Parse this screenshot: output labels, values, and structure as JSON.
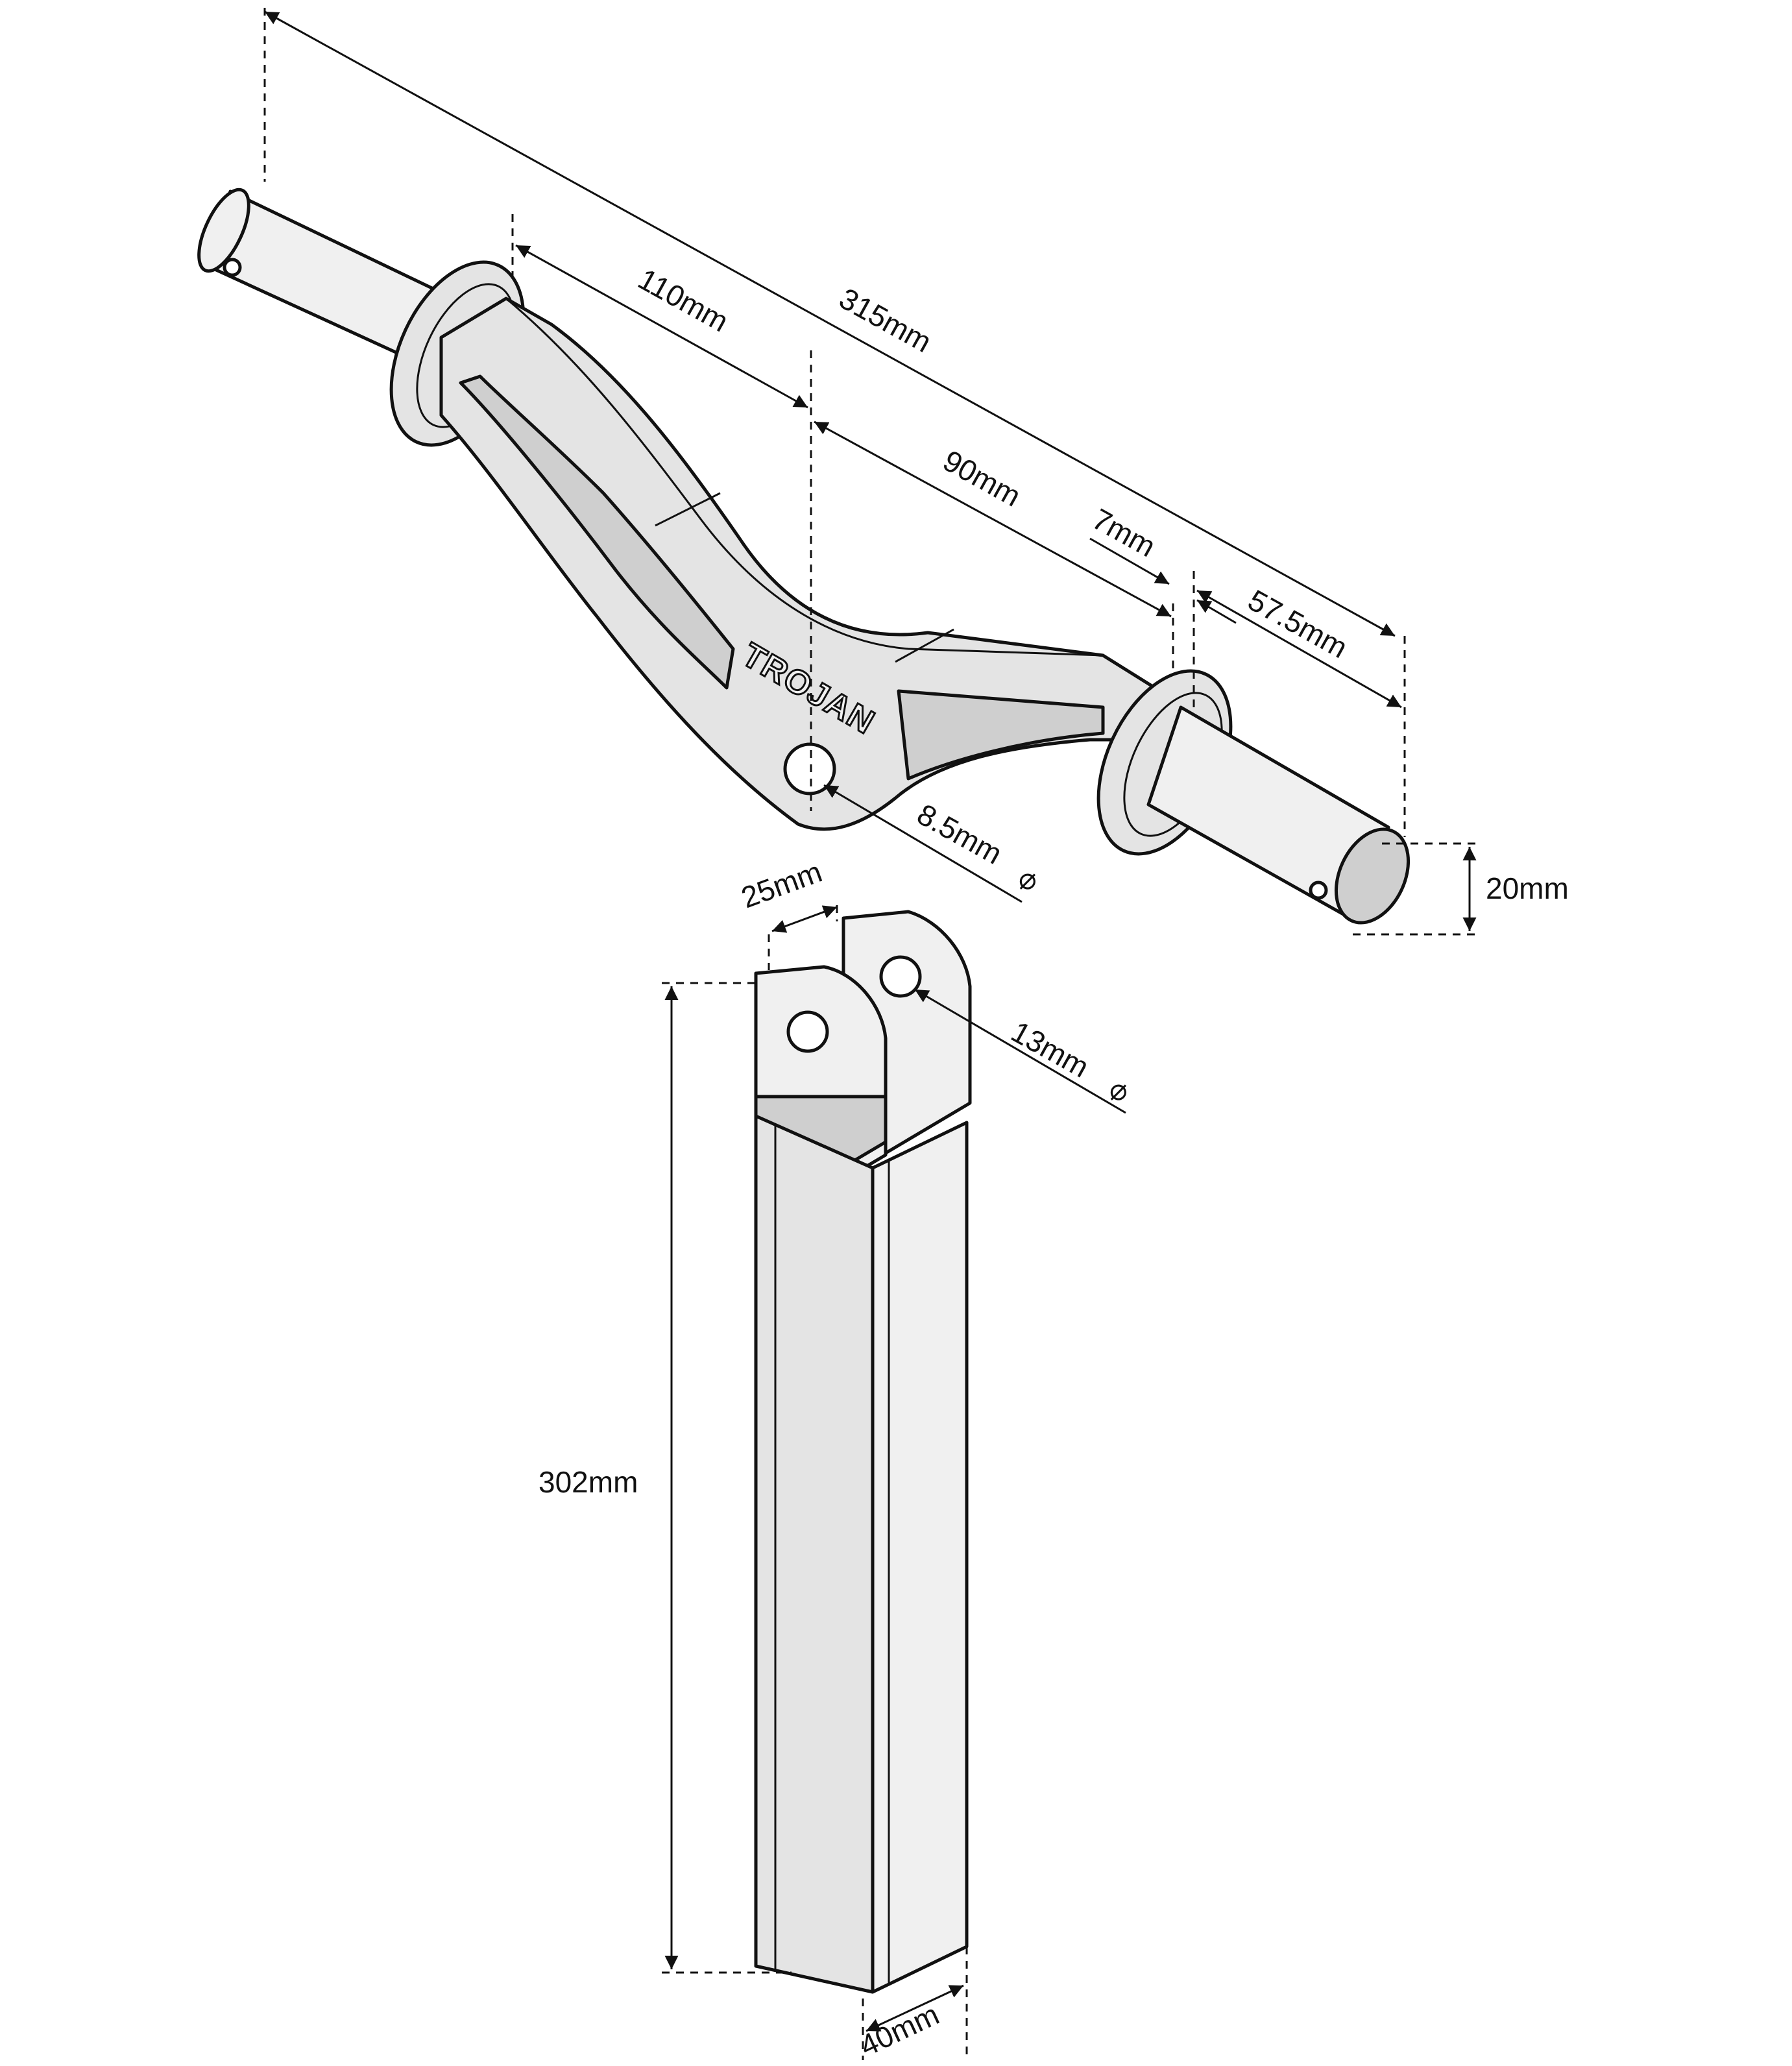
{
  "drawing": {
    "brand_logo": "TROJAN",
    "dimensions": {
      "overall_length": "315mm",
      "left_to_center": "110mm",
      "center_to_collar": "90mm",
      "collar_width": "7mm",
      "spindle_length": "57.5mm",
      "spindle_diameter": "20mm",
      "pivot_hole": "8.5mm",
      "fork_gap": "25mm",
      "fork_hole": "13mm",
      "leg_height": "302mm",
      "leg_width": "40mm"
    },
    "diameter_symbol": "⌀"
  }
}
